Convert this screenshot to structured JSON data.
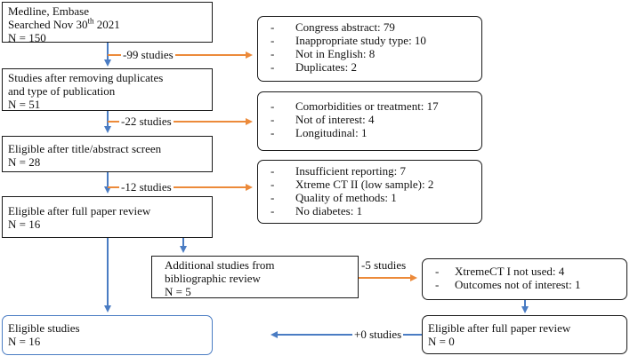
{
  "boxes": {
    "source": {
      "line1": "Medline, Embase",
      "line2_pre": "Searched Nov 30",
      "line2_sup": "th",
      "line2_post": " 2021",
      "line3": "N = 150"
    },
    "dedup": {
      "line1": "Studies after removing duplicates",
      "line2": "and type of publication",
      "line3": "N = 51"
    },
    "title_screen": {
      "line1": "Eligible after title/abstract screen",
      "line2": "N = 28"
    },
    "full_review": {
      "line1": "Eligible after full paper review",
      "line2": "N = 16"
    },
    "additional": {
      "line1": "Additional studies from",
      "line2": "bibliographic review",
      "line3": "N = 5"
    },
    "eligible": {
      "line1": "Eligible studies",
      "line2": "N = 16"
    },
    "eligible_right": {
      "line1": "Eligible after full paper review",
      "line2": "N = 0"
    }
  },
  "exclusions": {
    "ex1": [
      "Congress abstract: 79",
      "Inappropriate study type: 10",
      "Not in English: 8",
      "Duplicates: 2"
    ],
    "ex2": [
      "Comorbidities or treatment: 17",
      "Not of interest: 4",
      "Longitudinal: 1"
    ],
    "ex3": [
      "Insufficient reporting: 7",
      "Xtreme CT II (low sample): 2",
      "Quality of methods: 1",
      "No diabetes: 1"
    ],
    "ex4": [
      "XtremeCT I not used: 4",
      "Outcomes not of interest: 1"
    ]
  },
  "bullet": "-",
  "labels": {
    "minus99": "-99 studies",
    "minus22": "-22 studies",
    "minus12": "-12 studies",
    "minus5": "-5 studies",
    "plus0": "+0 studies"
  },
  "colors": {
    "blue_arrow": "#4a7cc3",
    "orange_arrow": "#ec8a3a",
    "box_border": "#1a1a1a"
  }
}
